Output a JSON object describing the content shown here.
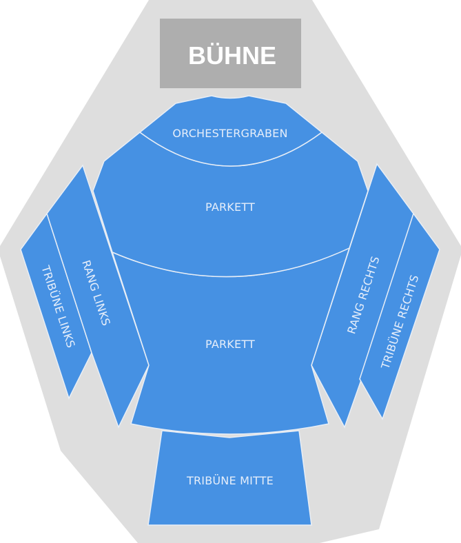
{
  "stage": {
    "label": "BÜHNE"
  },
  "sections": {
    "orchestra_pit": {
      "label": "ORCHESTERGRABEN"
    },
    "parkett_front": {
      "label": "PARKETT"
    },
    "parkett_rear": {
      "label": "PARKETT"
    },
    "rang_links": {
      "label": "RANG LINKS"
    },
    "tribune_links": {
      "label": "TRIBÜNE LINKS"
    },
    "rang_rechts": {
      "label": "RANG RECHTS"
    },
    "tribune_rechts": {
      "label": "TRIBÜNE RECHTS"
    },
    "tribune_mitte": {
      "label": "TRIBÜNE MITTE"
    }
  },
  "colors": {
    "section": "#4691E3",
    "venue_background": "#DEDEDE",
    "stage": "#AEAEAE",
    "label": "#E6EEFA"
  }
}
